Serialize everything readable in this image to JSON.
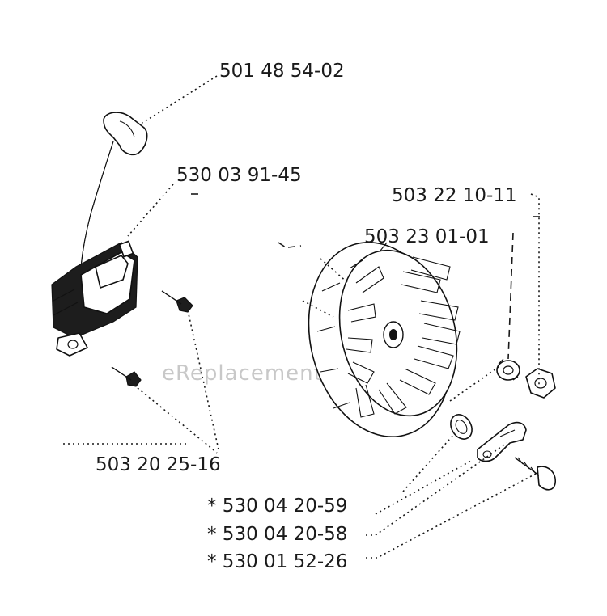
{
  "watermark": "eReplacementParts.com",
  "callouts": [
    {
      "part_number": "501 48 54-02"
    },
    {
      "part_number": "530 03 91-45"
    },
    {
      "part_number": "503 22 10-11"
    },
    {
      "part_number": "503 23 01-01"
    },
    {
      "part_number": "503 20 25-16"
    },
    {
      "part_number": "* 530 04 20-59"
    },
    {
      "part_number": "* 530 04 20-58"
    },
    {
      "part_number": "* 530 01 52-26"
    }
  ],
  "parts": [
    {
      "name": "spark-plug-boot"
    },
    {
      "name": "ignition-module"
    },
    {
      "name": "module-screw"
    },
    {
      "name": "flywheel"
    },
    {
      "name": "washer"
    },
    {
      "name": "nut"
    },
    {
      "name": "spring"
    },
    {
      "name": "pawl"
    },
    {
      "name": "pawl-screw"
    }
  ]
}
